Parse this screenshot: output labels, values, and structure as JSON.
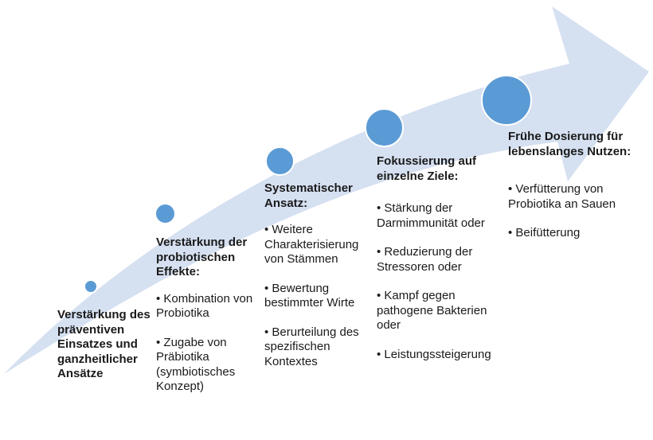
{
  "colors": {
    "arrow_fill": "#d5e0f1",
    "dot_fill": "#5b9bd5"
  },
  "stages": [
    {
      "title": "Verstärkung des präventiven Einsatzes und ganzheitlicher Ansätze",
      "items": []
    },
    {
      "title": "Verstärkung der probiotischen Effekte:",
      "items": [
        "Kombination von Probiotika",
        "Zugabe von Präbiotika (symbiotisches Konzept)"
      ]
    },
    {
      "title": "Systematischer Ansatz:",
      "items": [
        "Weitere Charakterisierung von Stämmen",
        "Bewertung bestimmter Wirte",
        "Berurteilung des spezifischen Kontextes"
      ]
    },
    {
      "title": "Fokussierung auf einzelne Ziele:",
      "items": [
        "Stärkung der Darmimmunität oder",
        "Reduzierung der Stressoren oder",
        "Kampf gegen pathogene Bakterien oder",
        "Leistungssteigerung"
      ]
    },
    {
      "title": "Frühe Dosierung für lebenslanges Nutzen:",
      "items": [
        "Verfütterung von Probiotika an Sauen",
        "Beifütterung"
      ]
    }
  ]
}
